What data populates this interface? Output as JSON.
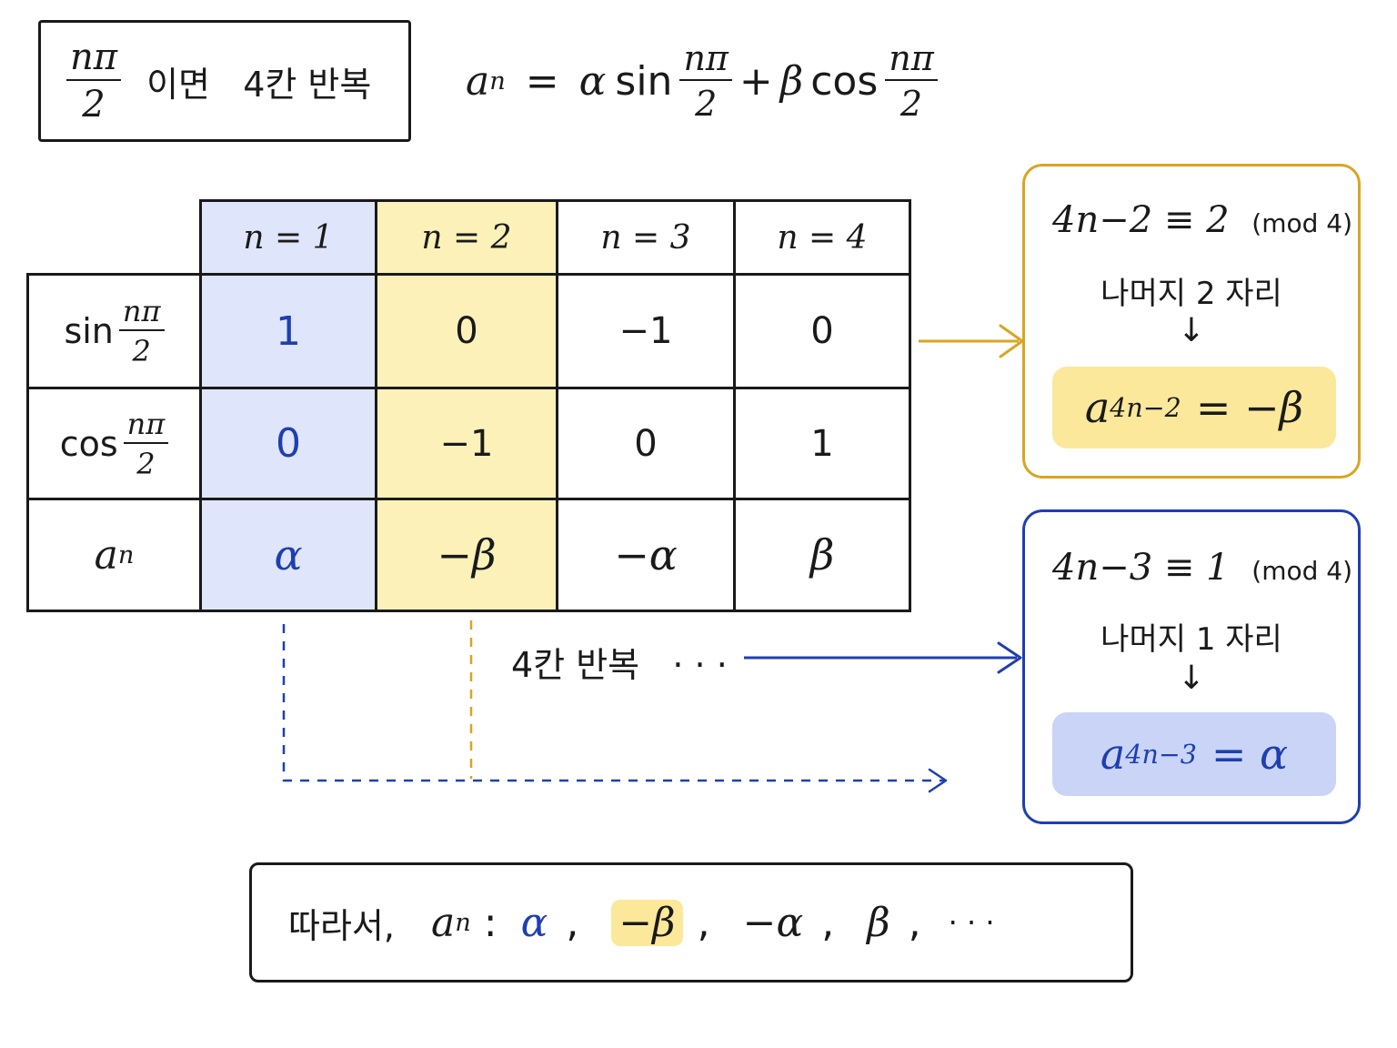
{
  "header": {
    "fraction_num": "nπ",
    "fraction_den": "2",
    "rule_text": "이면   4칸 반복",
    "formula": {
      "lhs_base": "a",
      "lhs_sub": "n",
      "equals": "=",
      "alpha": "α",
      "sin": "sin",
      "frac_num": "nπ",
      "frac_den": "2",
      "plus": "+",
      "beta": "β",
      "cos": "cos"
    }
  },
  "table": {
    "columns": [
      "n = 1",
      "n = 2",
      "n = 3",
      "n = 4"
    ],
    "rows": [
      {
        "label_fn": "sin",
        "label_num": "nπ",
        "label_den": "2",
        "values": [
          "1",
          "0",
          "−1",
          "0"
        ]
      },
      {
        "label_fn": "cos",
        "label_num": "nπ",
        "label_den": "2",
        "values": [
          "0",
          "−1",
          "0",
          "1"
        ]
      },
      {
        "label_base": "a",
        "label_sub": "n",
        "values": [
          "α",
          "−β",
          "−α",
          "β"
        ]
      }
    ],
    "colors": {
      "col1_bg": "#dfe5fa",
      "col2_bg": "#fcf1b8",
      "blue_text": "#1f3fb0"
    }
  },
  "repeat_note": "4칸 반복   · · ·",
  "box_gold": {
    "congruence": "4n−2 ≡ 2",
    "mod": "(mod 4)",
    "remainder": "나머지 2 자리",
    "arrow": "↓",
    "result_base": "a",
    "result_sub": "4n−2",
    "result_rhs": "= −β",
    "color": "#d9a521"
  },
  "box_blue": {
    "congruence": "4n−3 ≡ 1",
    "mod": "(mod 4)",
    "remainder": "나머지 1 자리",
    "arrow": "↓",
    "result_base": "a",
    "result_sub": "4n−3",
    "result_rhs": "= α",
    "color": "#1f3fb0"
  },
  "conclusion": {
    "prefix": "따라서,",
    "seq_base": "a",
    "seq_sub": "n",
    "colon": ":",
    "t1": "α",
    "t2": "−β",
    "t3": "−α",
    "t4": "β",
    "comma": ",",
    "ellipsis": "· · ·"
  }
}
